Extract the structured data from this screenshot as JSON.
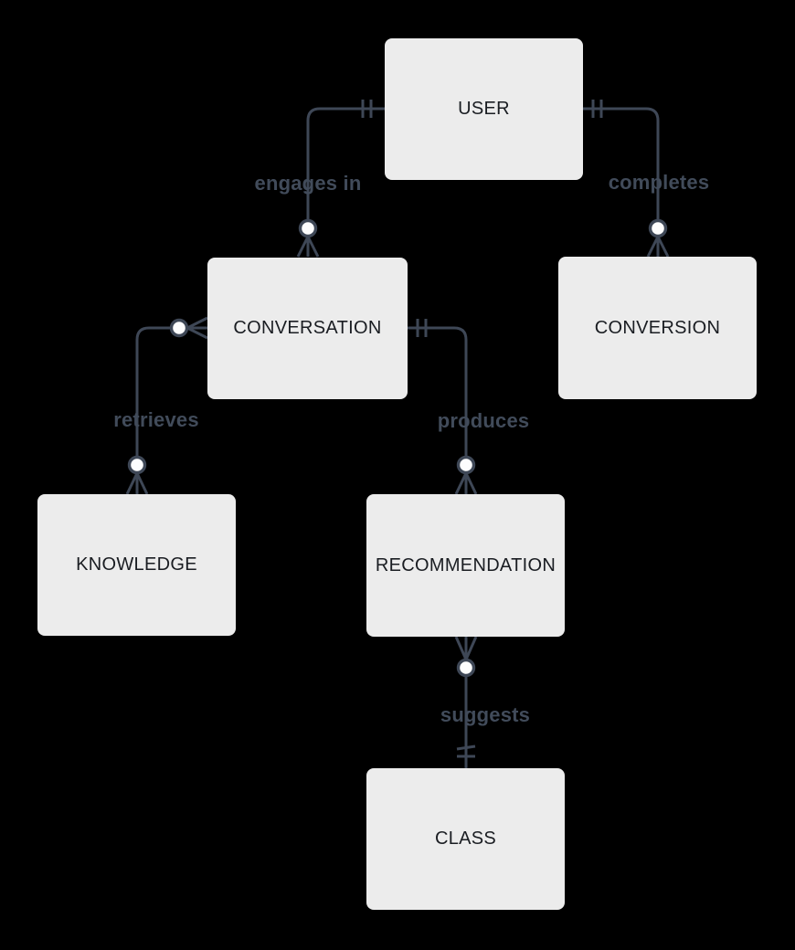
{
  "diagram": {
    "type": "entity-relationship-diagram",
    "notation": "crows-foot",
    "entities": [
      {
        "id": "user",
        "label": "USER"
      },
      {
        "id": "conversation",
        "label": "CONVERSATION"
      },
      {
        "id": "conversion",
        "label": "CONVERSION"
      },
      {
        "id": "knowledge",
        "label": "KNOWLEDGE"
      },
      {
        "id": "recommendation",
        "label": "RECOMMENDATION"
      },
      {
        "id": "class",
        "label": "CLASS"
      }
    ],
    "relationships": [
      {
        "from": "USER",
        "to": "CONVERSATION",
        "label": "engages in",
        "from_cardinality": "exactly-one",
        "to_cardinality": "zero-or-many"
      },
      {
        "from": "USER",
        "to": "CONVERSION",
        "label": "completes",
        "from_cardinality": "exactly-one",
        "to_cardinality": "zero-or-many"
      },
      {
        "from": "CONVERSATION",
        "to": "KNOWLEDGE",
        "label": "retrieves",
        "from_cardinality": "zero-or-many",
        "to_cardinality": "zero-or-many"
      },
      {
        "from": "CONVERSATION",
        "to": "RECOMMENDATION",
        "label": "produces",
        "from_cardinality": "exactly-one",
        "to_cardinality": "zero-or-many"
      },
      {
        "from": "RECOMMENDATION",
        "to": "CLASS",
        "label": "suggests",
        "from_cardinality": "zero-or-many",
        "to_cardinality": "exactly-one"
      }
    ],
    "colors": {
      "background": "#000000",
      "entity_fill": "#ececec",
      "entity_text": "#1a1d22",
      "edge_stroke": "#3e4756",
      "label_text": "#414b5a",
      "marker_circle_fill": "#fdfdfd"
    }
  }
}
